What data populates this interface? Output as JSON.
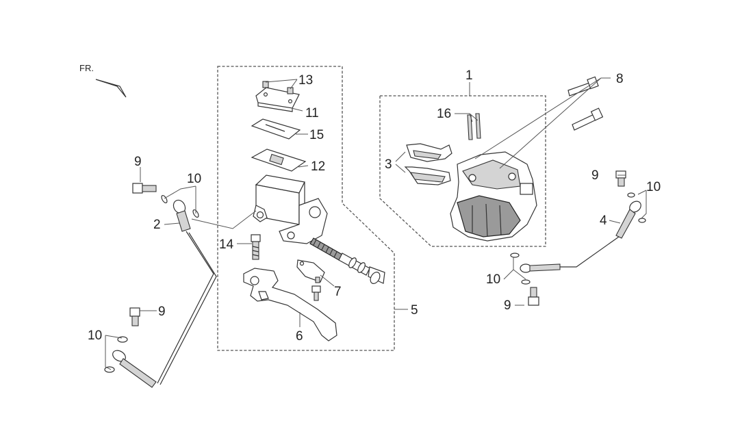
{
  "front_marker": "FR.",
  "callouts": {
    "c1": "1",
    "c2": "2",
    "c3": "3",
    "c4": "4",
    "c5": "5",
    "c6": "6",
    "c7": "7",
    "c8": "8",
    "c9a": "9",
    "c9b": "9",
    "c9c": "9",
    "c9d": "9",
    "c10a": "10",
    "c10b": "10",
    "c10c": "10",
    "c10d": "10",
    "c11": "11",
    "c12": "12",
    "c13": "13",
    "c14": "14",
    "c15": "15",
    "c16": "16"
  }
}
